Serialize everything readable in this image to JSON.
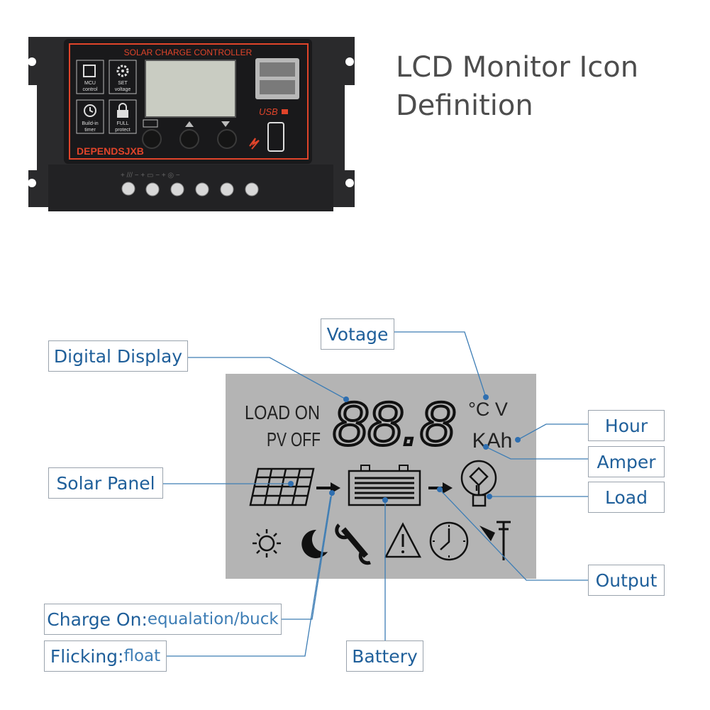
{
  "heading": {
    "line1": "LCD Monitor Icon",
    "line2": "Definition"
  },
  "device": {
    "title": "SOLAR CHARGE CONTROLLER",
    "brand": "DEPENDSJXB",
    "usb_label": "USB",
    "features": [
      {
        "icon": "chip-icon",
        "line1": "MCU",
        "line2": "control"
      },
      {
        "icon": "gear-icon",
        "line1": "SET",
        "line2": "voltage"
      },
      {
        "icon": "clock-icon",
        "line1": "Build-in",
        "line2": "timer"
      },
      {
        "icon": "lock-icon",
        "line1": "FULL",
        "line2": "protect"
      }
    ]
  },
  "lcd": {
    "load_text": "LOAD ON",
    "pv_text": "PV OFF",
    "digits": "88.8",
    "unit_top": "°C V",
    "unit_bottom": "KAh",
    "icons": [
      "solar-panel-icon",
      "arrow-icon",
      "battery-icon",
      "arrow-icon",
      "load-bulb-icon",
      "sun-icon",
      "moon-icon",
      "wrench-icon",
      "warning-icon",
      "clock-icon",
      "street-light-icon"
    ]
  },
  "callouts": {
    "votage": "Votage",
    "digital_display": "Digital Display",
    "hour": "Hour",
    "amper": "Amper",
    "load": "Load",
    "solar_panel": "Solar Panel",
    "output": "Output",
    "charge_on_a": "Charge On:",
    "charge_on_b": "equalation/buck",
    "flicking_a": "Flicking:",
    "flicking_b": "float",
    "battery": "Battery"
  },
  "colors": {
    "callout_text": "#1f5f9a",
    "leader_line": "#3d7db5",
    "lcd_bg": "#b4b4b4",
    "device_red": "#e0442a"
  }
}
